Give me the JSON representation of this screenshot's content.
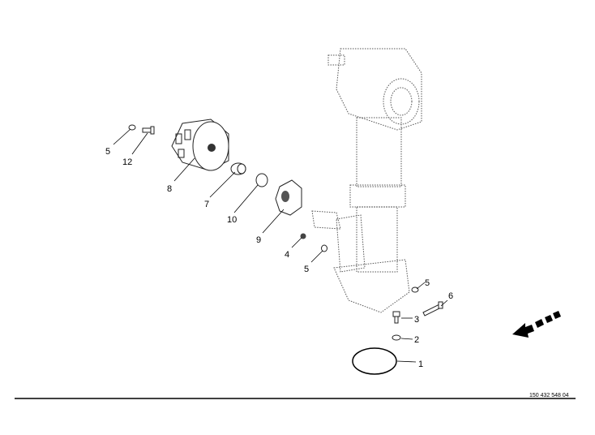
{
  "diagram": {
    "reference_number": "150 432 548 04",
    "callouts": [
      {
        "part": "5"
      },
      {
        "part": "12"
      },
      {
        "part": "8"
      },
      {
        "part": "7"
      },
      {
        "part": "10"
      },
      {
        "part": "9"
      },
      {
        "part": "4"
      },
      {
        "part": "5"
      },
      {
        "part": "5"
      },
      {
        "part": "6"
      },
      {
        "part": "3"
      },
      {
        "part": "2"
      },
      {
        "part": "1"
      }
    ],
    "colors": {
      "line": "#000000",
      "background": "#ffffff"
    }
  }
}
